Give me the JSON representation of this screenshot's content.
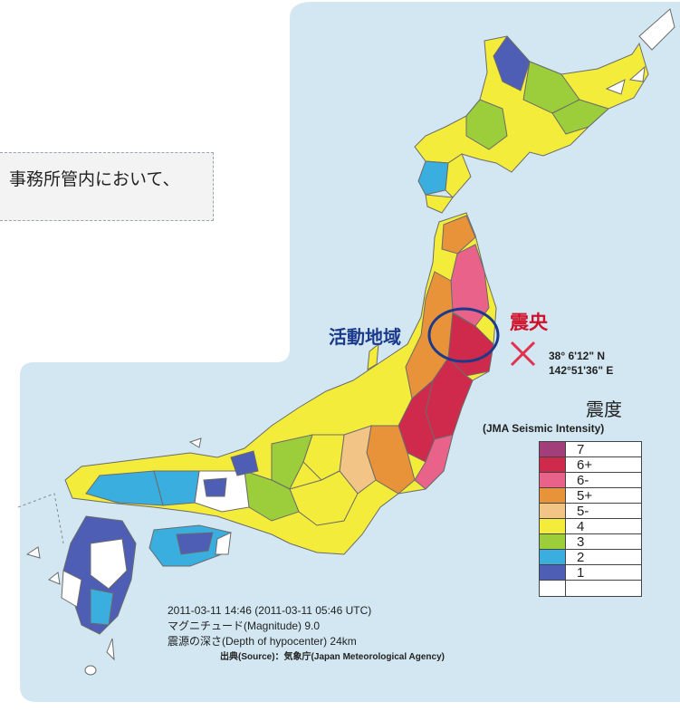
{
  "note": {
    "text": "事務所管内において、"
  },
  "map": {
    "area_label": "活動地域",
    "epicenter_label": "震央",
    "epicenter_lat": "38°  6'12\" N",
    "epicenter_lon": "142°51'36\" E",
    "background_color": "#d2e7f1"
  },
  "legend": {
    "title": "震度",
    "subtitle": "(JMA Seismic Intensity)",
    "items": [
      {
        "label": "7",
        "color": "#a23e7a"
      },
      {
        "label": "6+",
        "color": "#cf2a4c"
      },
      {
        "label": "6-",
        "color": "#e9628a"
      },
      {
        "label": "5+",
        "color": "#e8923a"
      },
      {
        "label": "5-",
        "color": "#f2c485"
      },
      {
        "label": "4",
        "color": "#f4ec3a"
      },
      {
        "label": "3",
        "color": "#9ccd3b"
      },
      {
        "label": "2",
        "color": "#3aaede"
      },
      {
        "label": "1",
        "color": "#4e5eb5"
      },
      {
        "label": "",
        "color": "#ffffff"
      }
    ]
  },
  "info": {
    "datetime": "2011-03-11 14:46 (2011-03-11 05:46 UTC)",
    "magnitude": "マグニチュード(Magnitude) 9.0",
    "depth": "震源の深さ(Depth of hypocenter) 24km",
    "source": "出典(Source)：気象庁(Japan Meteorological Agency)"
  }
}
